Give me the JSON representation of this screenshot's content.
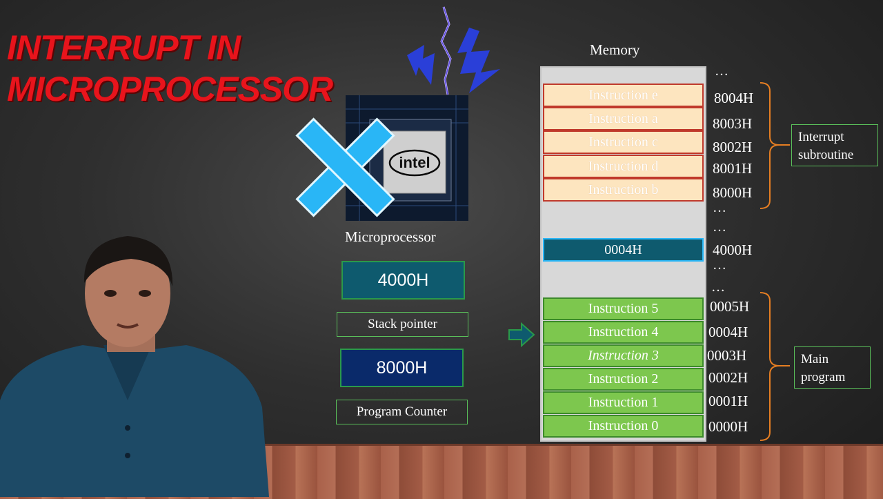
{
  "title": {
    "line1": "INTERRUPT IN",
    "line2": "MICROPROCESSOR"
  },
  "chip": {
    "label": "Microprocessor",
    "logo": "intel"
  },
  "registers": {
    "sp_value": "4000H",
    "sp_label": "Stack pointer",
    "pc_value": "8000H",
    "pc_label": "Program Counter"
  },
  "memory": {
    "title": "Memory",
    "dots": "…",
    "isr": [
      {
        "text": "Instruction e",
        "addr": "8004H"
      },
      {
        "text": "Instruction a",
        "addr": "8003H"
      },
      {
        "text": "Instruction c",
        "addr": "8002H"
      },
      {
        "text": "Instruction d",
        "addr": "8001H"
      },
      {
        "text": "Instruction b",
        "addr": "8000H"
      }
    ],
    "stack": {
      "text": "0004H",
      "addr": "4000H"
    },
    "main": [
      {
        "text": "Instruction 5",
        "addr": "0005H"
      },
      {
        "text": "Instruction 4",
        "addr": "0004H"
      },
      {
        "text": "Instruction 3",
        "addr": "0003H"
      },
      {
        "text": "Instruction 2",
        "addr": "0002H"
      },
      {
        "text": "Instruction 1",
        "addr": "0001H"
      },
      {
        "text": "Instruction 0",
        "addr": "0000H"
      }
    ],
    "isr_label": {
      "line1": "Interrupt",
      "line2": "subroutine"
    },
    "main_label": {
      "line1": "Main",
      "line2": "program"
    }
  },
  "colors": {
    "title": "#e8141c",
    "isr_fill": "#fde5bf",
    "main_fill": "#7dc74e",
    "register": "#0e5a6e",
    "pc": "#0a2a6a",
    "cross": "#29b6f6"
  },
  "icons": [
    "lightning-icon",
    "cross-icon",
    "arrow-right-icon",
    "brace-icon"
  ]
}
